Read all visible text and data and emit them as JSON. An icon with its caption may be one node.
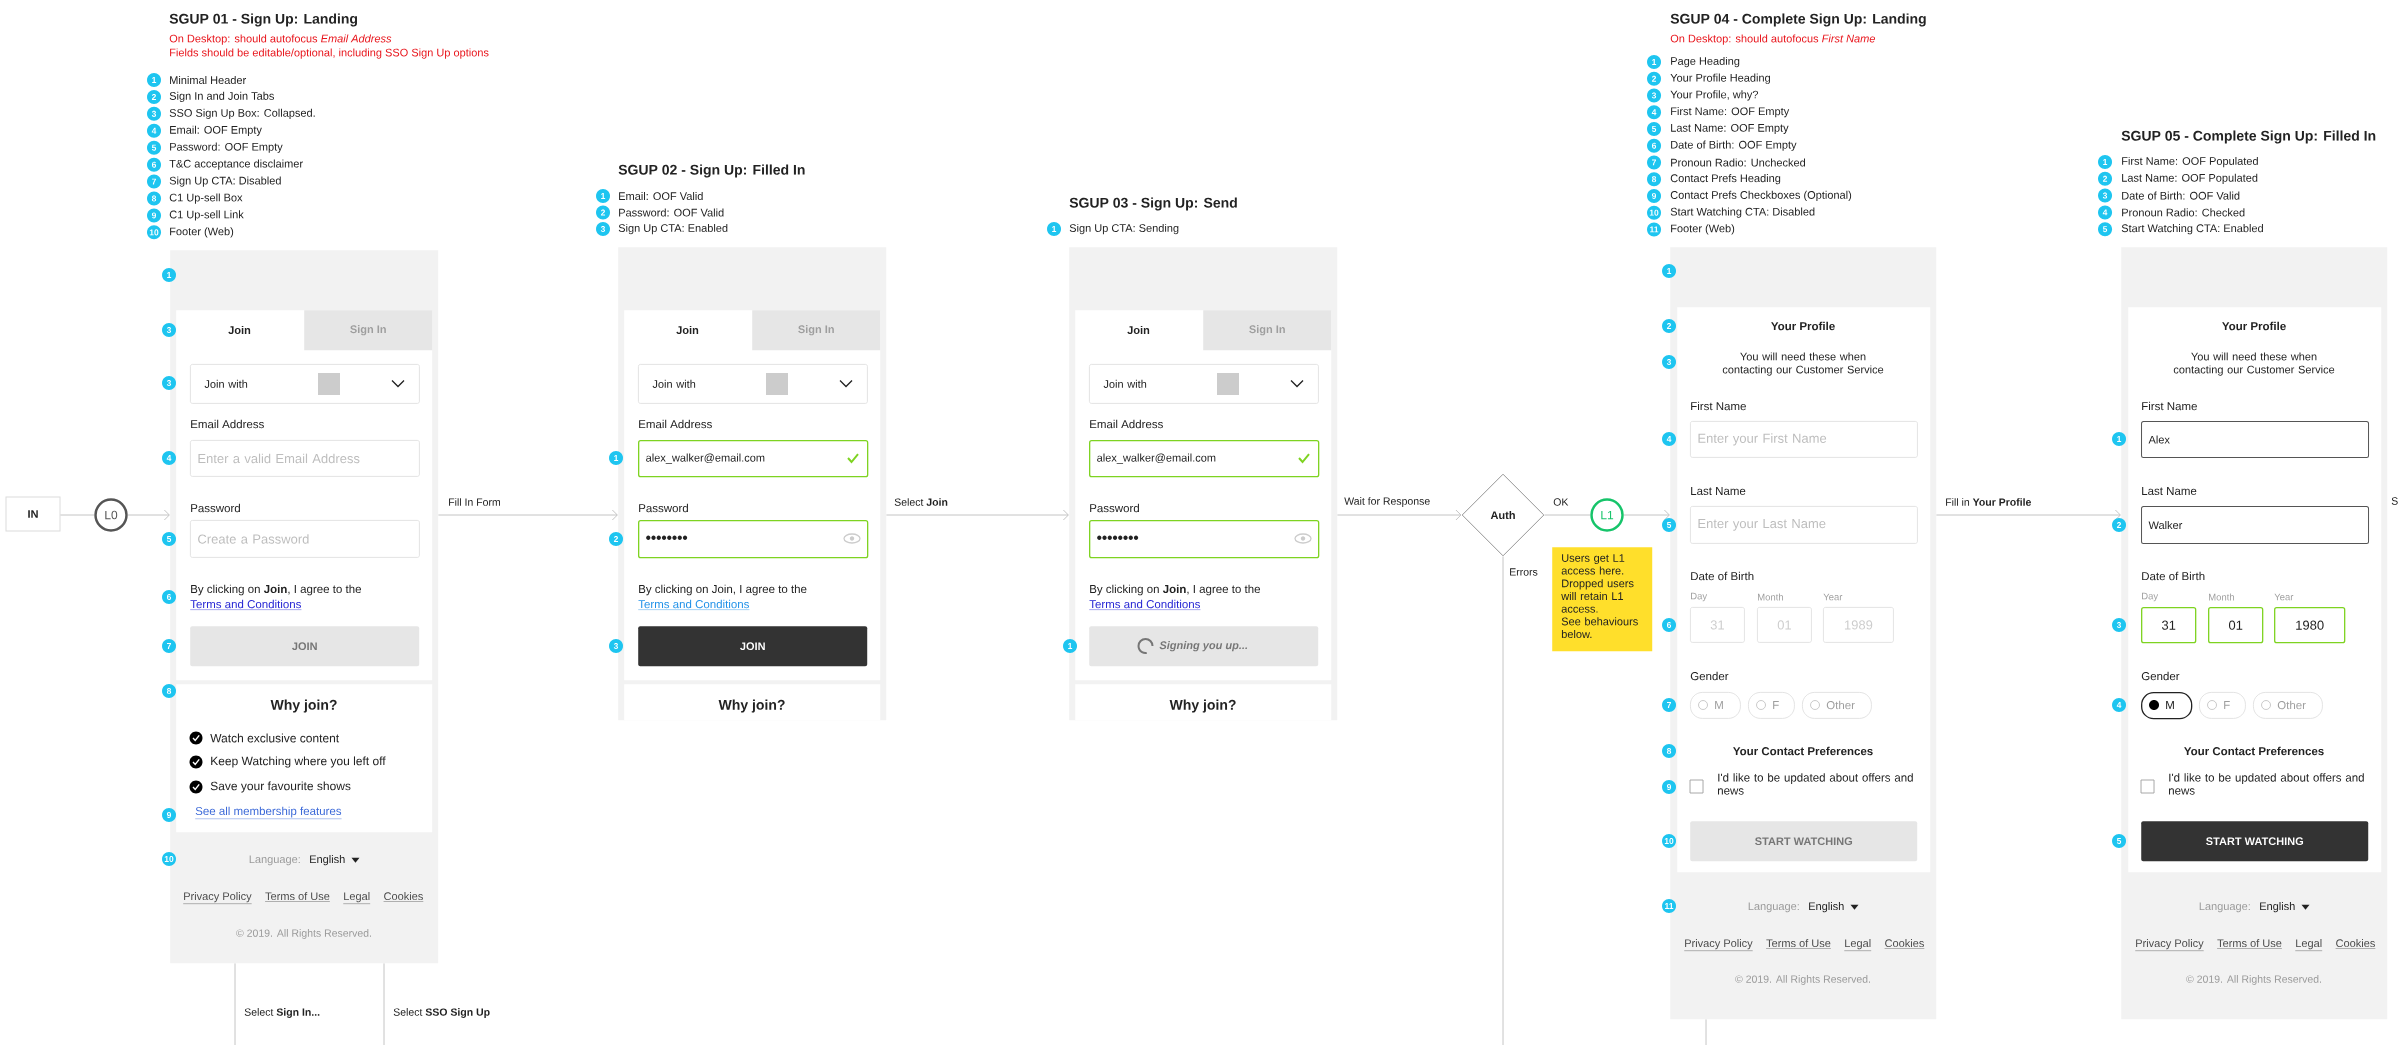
{
  "diagram": {
    "nodes": [
      {
        "text": [
          "IN"
        ]
      },
      {
        "text": [
          "L0"
        ]
      },
      {
        "text": [
          "Language:",
          "English",
          "Privacy Policy",
          "Terms of Use",
          "Legal",
          "Cookies",
          "© 2019. All Rights Reserved."
        ]
      },
      {
        "text": [
          "Email Address",
          "Password",
          "By clicking on **Join**, I agree to the",
          "Terms and Conditions"
        ],
        "in": 2
      },
      {
        "text": [
          "Join"
        ],
        "in": 3
      },
      {
        "text": [
          "Sign In"
        ],
        "in": 3
      },
      {
        "text": [
          "Join with"
        ],
        "in": 3
      },
      {
        "text": [
          "Enter a valid Email Address"
        ],
        "in": 3
      },
      {
        "text": [
          "Create a Password"
        ],
        "in": 3
      },
      {
        "text": [
          "JOIN"
        ],
        "in": 3
      },
      {
        "text": [
          "Why join?",
          "Watch exclusive content",
          "Keep Watching where you left off",
          "Save your favourite shows",
          "See all membership features"
        ],
        "in": 2
      },
      {
        "text": [],
        "shape": "box"
      },
      {
        "text": [
          "Email Address",
          "Password",
          "By clicking on Join, I agree to the",
          "Terms and Conditions"
        ],
        "in": 11
      },
      {
        "text": [
          "Join"
        ],
        "in": 12
      },
      {
        "text": [
          "Sign In"
        ],
        "in": 12
      },
      {
        "text": [
          "Join with"
        ],
        "in": 12
      },
      {
        "text": [
          "alex_walker@email.com"
        ],
        "in": 12
      },
      {
        "text": [
          "••••••••"
        ],
        "in": 12
      },
      {
        "text": [
          "JOIN"
        ],
        "in": 12
      },
      {
        "text": [
          "Why join?"
        ],
        "in": 11
      },
      {
        "text": [],
        "shape": "box"
      },
      {
        "text": [
          "Email Address",
          "Password",
          "By clicking on **Join**, I agree to the",
          "Terms and Conditions"
        ],
        "in": 20
      },
      {
        "text": [
          "Join"
        ],
        "in": 21
      },
      {
        "text": [
          "Sign In"
        ],
        "in": 21
      },
      {
        "text": [
          "Join with"
        ],
        "in": 21
      },
      {
        "text": [
          "alex_walker@email.com"
        ],
        "in": 21
      },
      {
        "text": [
          "••••••••"
        ],
        "in": 21
      },
      {
        "text": [
          "Signing you up..."
        ],
        "in": 21
      },
      {
        "text": [
          "Why join?"
        ],
        "in": 20
      },
      {
        "text": [
          "Auth"
        ]
      },
      {
        "text": [
          "L1"
        ]
      },
      {
        "text": [
          "Users get L1 access here. Dropped users will retain L1 access.",
          "See behaviours below."
        ]
      },
      {
        "text": [
          "Language:",
          "English",
          "Privacy Policy",
          "Terms of Use",
          "Legal",
          "Cookies",
          "© 2019. All Rights Reserved."
        ]
      },
      {
        "text": [
          "Your Profile",
          "You will need these when contacting our Customer Service",
          "First Name",
          "Last Name",
          "Date of Birth",
          "Day",
          "Month",
          "Year",
          "Gender",
          "Your Contact Preferences",
          "I'd like to be updated about offers and news"
        ],
        "in": 32
      },
      {
        "text": [
          "Enter your First Name"
        ],
        "in": 33
      },
      {
        "text": [
          "Enter your Last Name"
        ],
        "in": 33
      },
      {
        "text": [
          "31"
        ],
        "in": 33
      },
      {
        "text": [
          "01"
        ],
        "in": 33
      },
      {
        "text": [
          "1989"
        ],
        "in": 33
      },
      {
        "text": [
          "M"
        ],
        "in": 33
      },
      {
        "text": [
          "F"
        ],
        "in": 33
      },
      {
        "text": [
          "Other"
        ],
        "in": 33
      },
      {
        "text": [
          "START WATCHING"
        ],
        "in": 33
      },
      {
        "text": [
          "Language:",
          "English",
          "Privacy Policy",
          "Terms of Use",
          "Legal",
          "Cookies",
          "© 2019. All Rights Reserved."
        ]
      },
      {
        "text": [
          "Your Profile",
          "You will need these when contacting our Customer Service",
          "First Name",
          "Last Name",
          "Date of Birth",
          "Day",
          "Month",
          "Year",
          "Gender",
          "Your Contact Preferences",
          "I'd like to be updated about offers and news"
        ],
        "in": 43
      },
      {
        "text": [
          "Alex"
        ],
        "in": 44
      },
      {
        "text": [
          "Walker"
        ],
        "in": 44
      },
      {
        "text": [
          "31"
        ],
        "in": 44
      },
      {
        "text": [
          "01"
        ],
        "in": 44
      },
      {
        "text": [
          "1980"
        ],
        "in": 44
      },
      {
        "text": [
          "M"
        ],
        "in": 44
      },
      {
        "text": [
          "F"
        ],
        "in": 44
      },
      {
        "text": [
          "Other"
        ],
        "in": 44
      },
      {
        "text": [
          "START WATCHING"
        ],
        "in": 44
      }
    ],
    "edges": [
      {
        "from": 0,
        "to": 1,
        "arrow": "none"
      },
      {
        "from": 1,
        "to": 2,
        "arrow": "to"
      },
      {
        "from": 2,
        "to": 11,
        "arrow": "to",
        "label": "Fill In Form"
      },
      {
        "from": 11,
        "to": 20,
        "arrow": "to",
        "label": "Select **Join**"
      },
      {
        "from": 20,
        "to": 29,
        "arrow": "to",
        "label": "Wait for Response"
      },
      {
        "from": 29,
        "to": 30,
        "arrow": "none",
        "label": "OK"
      },
      {
        "from": 30,
        "to": 32,
        "arrow": "to"
      },
      {
        "from": 32,
        "to": 43,
        "arrow": "to",
        "label": "Fill in **Your Profile**"
      },
      {
        "from": 29,
        "to": null,
        "arrow": "none",
        "label": "Errors"
      },
      {
        "from": 2,
        "to": null,
        "arrow": "none",
        "label": "Select **Sign In...**"
      },
      {
        "from": 2,
        "to": null,
        "arrow": "none",
        "label": "Select **SSO Sign Up**"
      },
      {
        "from": 32,
        "to": null,
        "arrow": "none"
      }
    ],
    "labels": [
      "SGUP 01 - Sign Up: Landing",
      "On Desktop: should autofocus *Email Address*",
      "Fields should be editable/optional, including SSO Sign Up options",
      "1",
      "Minimal Header",
      "2",
      "Sign In and Join Tabs",
      "3",
      "SSO Sign Up Box: Collapsed.",
      "4",
      "Email: OOF Empty",
      "5",
      "Password: OOF Empty",
      "6",
      "T&C acceptance disclaimer",
      "7",
      "Sign Up CTA: Disabled",
      "8",
      "C1 Up-sell Box",
      "9",
      "C1 Up-sell Link",
      "10",
      "Footer (Web)",
      "1",
      "3",
      "3",
      "4",
      "5",
      "6",
      "7",
      "8",
      "9",
      "10",
      "SGUP 02 - Sign Up: Filled In",
      "1",
      "Email: OOF Valid",
      "2",
      "Password: OOF Valid",
      "3",
      "Sign Up CTA: Enabled",
      "1",
      "2",
      "3",
      "SGUP 03 - Sign Up: Send",
      "1",
      "Sign Up CTA: Sending",
      "1",
      "SGUP 04 - Complete Sign Up: Landing",
      "On Desktop: should autofocus *First Name*",
      "1",
      "Page Heading",
      "2",
      "Your Profile Heading",
      "3",
      "Your Profile, why?",
      "4",
      "First Name: OOF Empty",
      "5",
      "Last Name: OOF Empty",
      "6",
      "Date of Birth: OOF Empty",
      "7",
      "Pronoun Radio: Unchecked",
      "8",
      "Contact Prefs Heading",
      "9",
      "Contact Prefs Checkboxes (Optional)",
      "10",
      "Start Watching CTA: Disabled",
      "11",
      "Footer (Web)",
      "1",
      "2",
      "3",
      "4",
      "5",
      "6",
      "7",
      "8",
      "9",
      "10",
      "11",
      "SGUP 05 - Complete Sign Up: Filled In",
      "1",
      "First Name: OOF Populated",
      "2",
      "Last Name: OOF Populated",
      "3",
      "Date of Birth: OOF Valid",
      "4",
      "Pronoun Radio: Checked",
      "5",
      "Start Watching CTA: Enabled",
      "1",
      "2",
      "3",
      "4",
      "5",
      "S"
    ]
  }
}
